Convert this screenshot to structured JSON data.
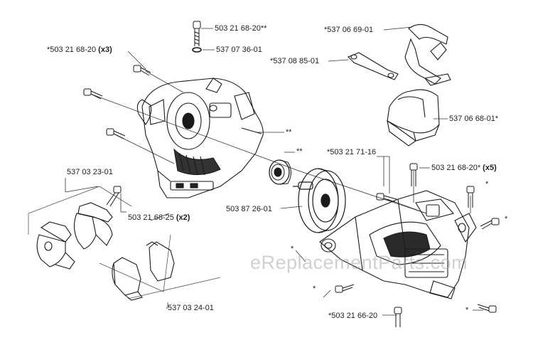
{
  "labels": {
    "p1": "503 21 68-20**",
    "p2_prefix": "*503 21 68-20 ",
    "p2_qty": "(x3)",
    "p3": "537 07 36-01",
    "p4": "*537 06 69-01",
    "p5": "*537 08 85-01",
    "p6": "537 06 68-01*",
    "p7": "**",
    "p8": "**",
    "p9": "*503 21 71-16",
    "p10_prefix": "503 21 68-20* ",
    "p10_qty": "(x5)",
    "p11": "537 03 23-01",
    "p12_prefix": "503 21 68-25 ",
    "p12_qty": "(x2)",
    "p13": "503 87 26-01",
    "p14": "*",
    "p15": "*",
    "p16": "*",
    "p17": "*",
    "p18": "*503 21 66-20",
    "p19": "*",
    "p20": "537 03 24-01"
  },
  "watermark": "eReplacementParts.com"
}
